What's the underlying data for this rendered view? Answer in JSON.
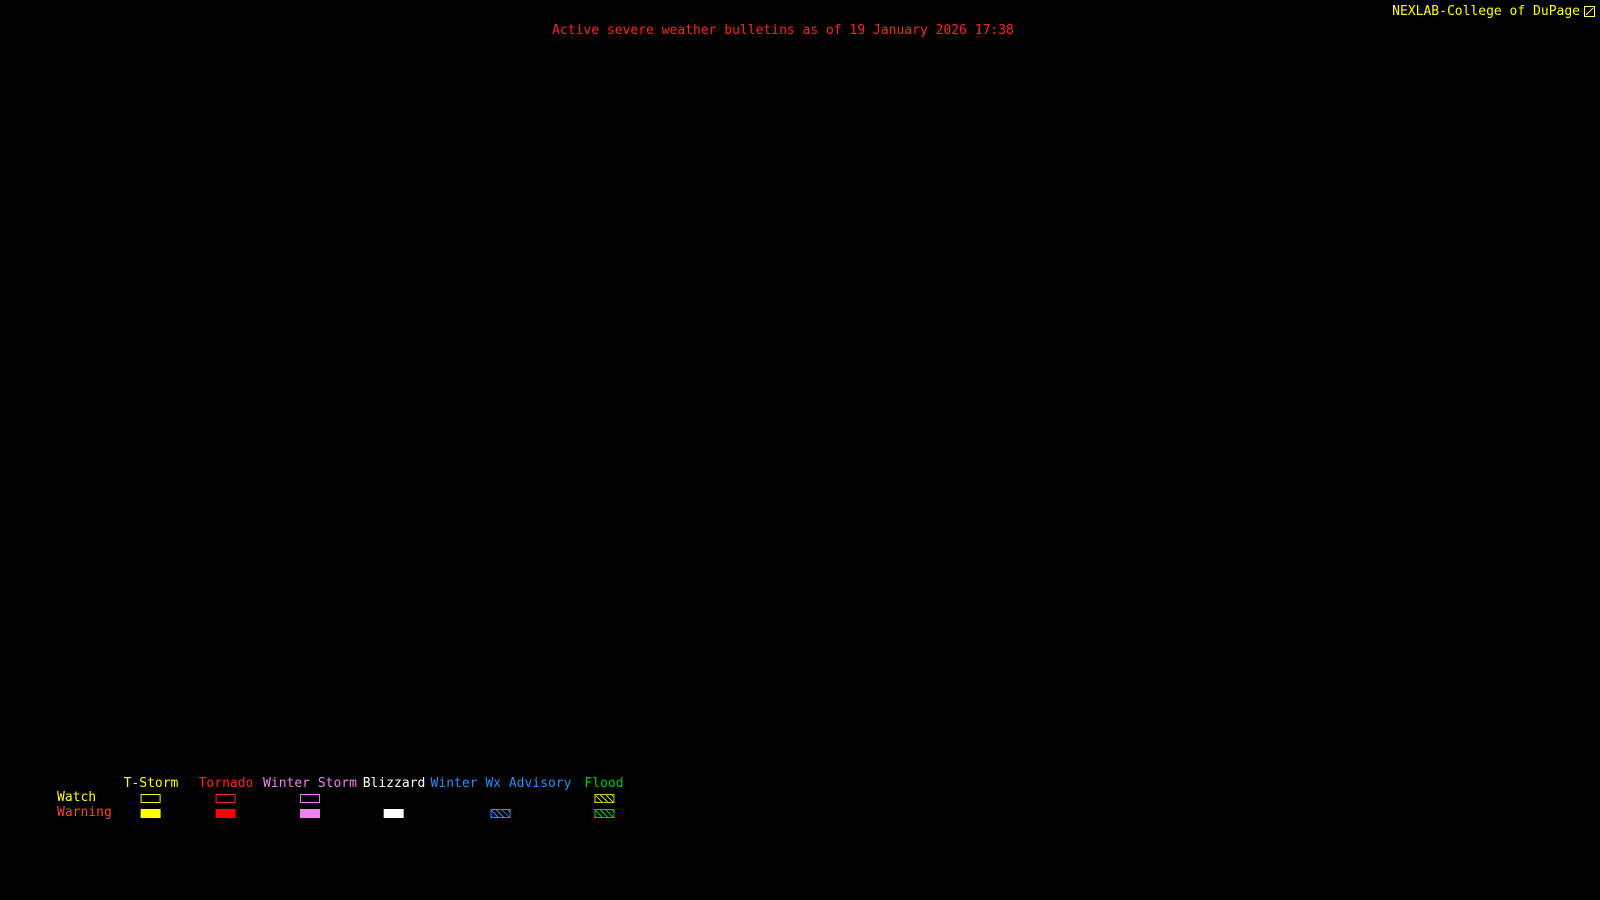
{
  "header": {
    "brand": "NEXLAB-College of DuPage",
    "brand_color": "#ffff00",
    "brand_icon": "cod-logo-icon",
    "title": "Active severe weather bulletins as of 19 January 2026 17:38",
    "title_color": "#ff2222"
  },
  "map": {
    "background_color": "#000000",
    "active_bulletin_polygons": "none-visible"
  },
  "legend": {
    "rows": [
      {
        "label": "Watch",
        "color": "#ffff00"
      },
      {
        "label": "Warning",
        "color": "#ff4422"
      }
    ],
    "columns": [
      {
        "label": "T-Storm",
        "color": "#ffff00",
        "watch": {
          "style": "outline",
          "color": "#ffff00"
        },
        "warning": {
          "style": "fill",
          "color": "#ffff00"
        }
      },
      {
        "label": "Tornado",
        "color": "#ff2222",
        "watch": {
          "style": "outline",
          "color": "#ff2222"
        },
        "warning": {
          "style": "fill",
          "color": "#ff0000"
        }
      },
      {
        "label": "Winter Storm",
        "color": "#ee82ee",
        "watch": {
          "style": "outline",
          "color": "#ee82ee"
        },
        "warning": {
          "style": "fill",
          "color": "#ee82ee"
        }
      },
      {
        "label": "Blizzard",
        "color": "#ffffff",
        "watch": {
          "style": "none",
          "color": "#ffffff"
        },
        "warning": {
          "style": "fill",
          "color": "#ffffff"
        }
      },
      {
        "label": "Winter Wx Advisory",
        "color": "#1e90ff",
        "watch": {
          "style": "none",
          "color": "#1e90ff"
        },
        "warning": {
          "style": "hatch",
          "color": "#1e90ff"
        }
      },
      {
        "label": "Flood",
        "color": "#00cc00",
        "watch": {
          "style": "hatch",
          "color": "#cccc00"
        },
        "warning": {
          "style": "hatch",
          "color": "#00cc00"
        }
      }
    ]
  }
}
